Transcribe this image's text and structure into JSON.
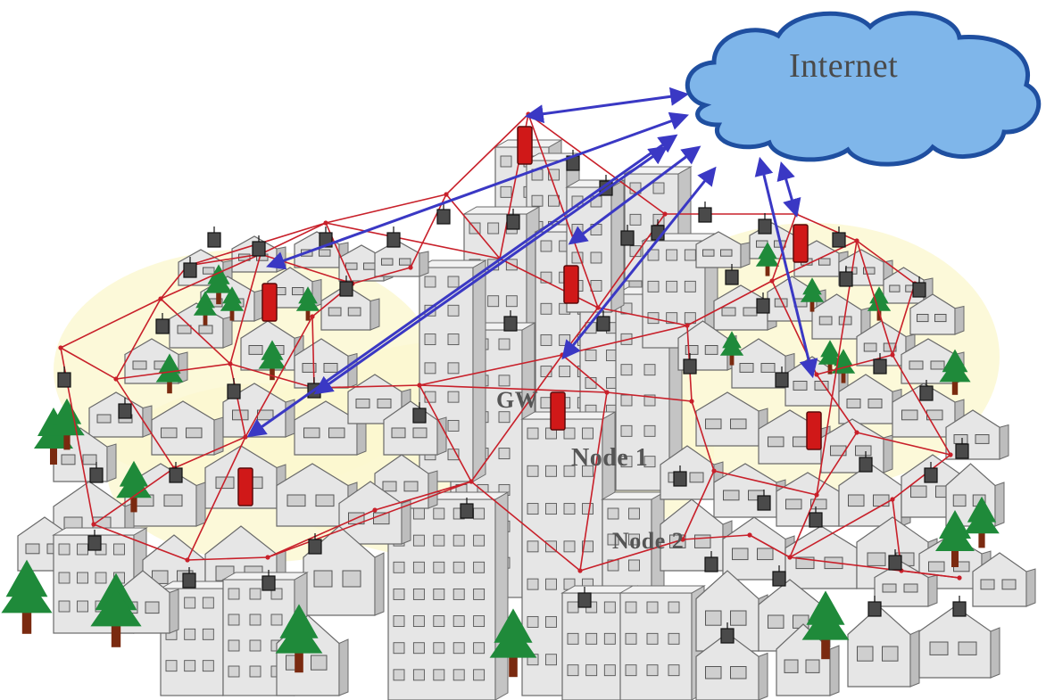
{
  "labels": {
    "internet": "Internet",
    "gateway": "GW",
    "node1": "Node 1",
    "node2": "Node 2"
  },
  "colors": {
    "cloud_fill": "#7fb6ea",
    "cloud_stroke": "#1f4fa0",
    "mesh_link": "#c8202a",
    "internet_link": "#3a38c4",
    "gateway_router": "#d01818",
    "mesh_router": "#4a4a4a",
    "building": "#e6e6e6",
    "ground_highlight": "#fbf7cf",
    "tree": "#1f8a3a",
    "trunk": "#7a2a10"
  }
}
